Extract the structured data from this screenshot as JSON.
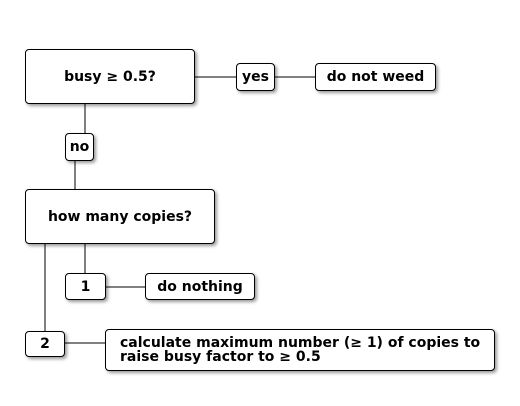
{
  "diagram": {
    "question_busy": "busy ≥ 0.5?",
    "answer_yes": "yes",
    "result_do_not_weed": "do not weed",
    "answer_no": "no",
    "question_copies": "how many copies?",
    "answer_one": "1",
    "result_do_nothing": "do nothing",
    "answer_two": "2",
    "result_calculate": "calculate maximum number (≥ 1) of copies to raise busy factor to ≥ 0.5"
  },
  "colors": {
    "background": "#ffffff",
    "border": "#000000",
    "text": "#000000"
  }
}
